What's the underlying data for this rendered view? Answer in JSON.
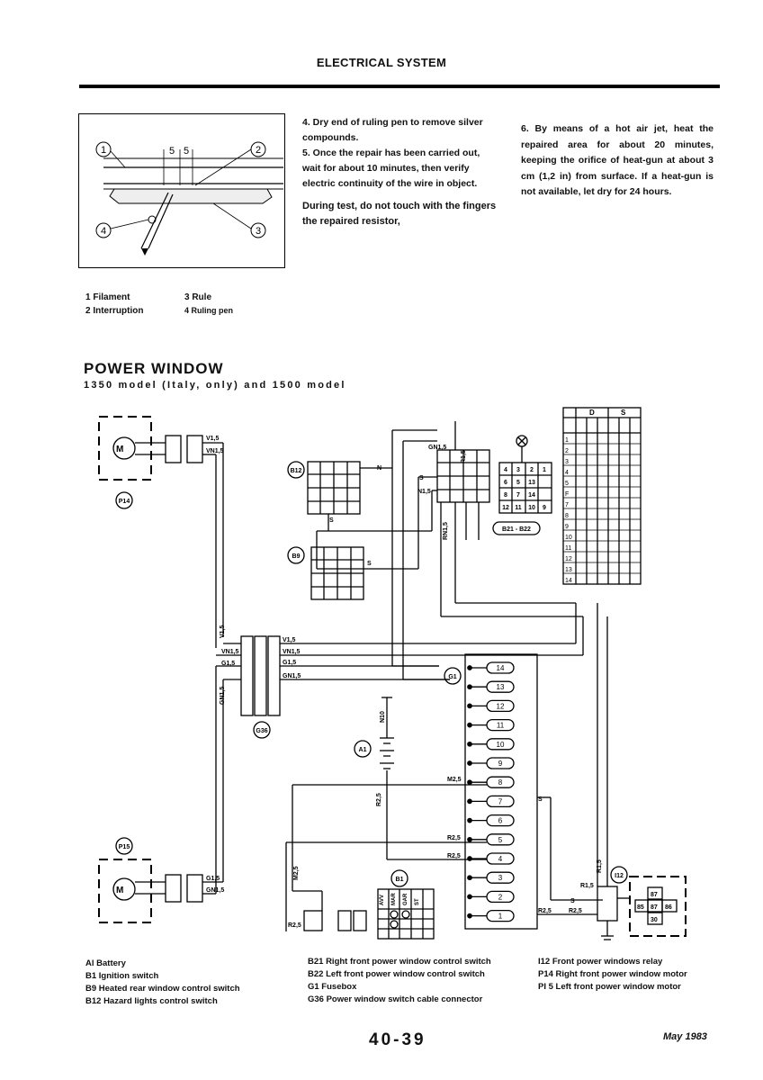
{
  "header": {
    "title": "ELECTRICAL SYSTEM"
  },
  "figure": {
    "callouts": [
      "1",
      "2",
      "3",
      "4"
    ],
    "dimensions": [
      "5",
      "5"
    ]
  },
  "middle_text": {
    "step4": "4.    Dry end of ruling pen to remove silver compounds.",
    "step5": "5.    Once the repair has been carried out, wait for about 10 minutes, then verify electric continuity of the wire in object.",
    "note": "During test, do not touch with the fingers the repaired resistor,"
  },
  "right_text": {
    "step6": "6.    By means of a hot air jet, heat the repaired area for about 20 minutes, keeping the orifice of heat-gun at about 3 cm (1,2 in) from surface. If a heat-gun is not available, let dry for 24 hours."
  },
  "figure_legend": {
    "item1": "1 Filament",
    "item2": "2  Interruption",
    "item3": "3 Rule",
    "item4": "4 Ruling pen"
  },
  "section": {
    "title": "POWER  WINDOW",
    "subtitle": "1350 model (Italy, only) and 1500 model"
  },
  "diagram": {
    "component_labels": [
      "P14",
      "P15",
      "B12",
      "B9",
      "G36",
      "G1",
      "A1",
      "B1",
      "I12",
      "B21 - B22"
    ],
    "motor_label": "M",
    "wire_labels": [
      "V1,5",
      "VN1,5",
      "G1,5",
      "GN1,5",
      "N1,5",
      "R1,5",
      "RN1,5",
      "M2,5",
      "R2,5",
      "N10",
      "S",
      "N",
      "Z"
    ],
    "fuses": [
      "14",
      "13",
      "12",
      "11",
      "10",
      "9",
      "8",
      "7",
      "6",
      "5",
      "4",
      "3",
      "2",
      "1"
    ],
    "relay_pins": [
      "87",
      "85",
      "87",
      "86",
      "30"
    ],
    "ignition_headers": [
      "AVV",
      "MAR",
      "GAR",
      "ST"
    ],
    "switch_table_headers": [
      "D",
      "S"
    ],
    "switch_table_rows": [
      "1",
      "2",
      "3",
      "4",
      "5",
      "F",
      "7",
      "8",
      "9",
      "10",
      "11",
      "12",
      "13",
      "14"
    ],
    "relay_connector_pins": [
      "4",
      "3",
      "2",
      "1",
      "6",
      "5",
      "8",
      "7",
      "12",
      "11",
      "10",
      "9",
      "13",
      "14"
    ]
  },
  "bottom_legend": {
    "col1": [
      "Al  Battery",
      "B1 Ignition  switch",
      "B9    Heated rear window control switch",
      "B12 Hazard lights control switch"
    ],
    "col2": [
      "B21 Right front power window control switch",
      "B22 Left front power window control switch",
      "G1   Fusebox",
      "G36 Power window switch cable connector"
    ],
    "col3": [
      "I12  Front power windows relay",
      "P14 Right front power window motor",
      "PI 5 Left front power window motor"
    ]
  },
  "footer": {
    "page": "40-39",
    "date": "May 1983"
  }
}
